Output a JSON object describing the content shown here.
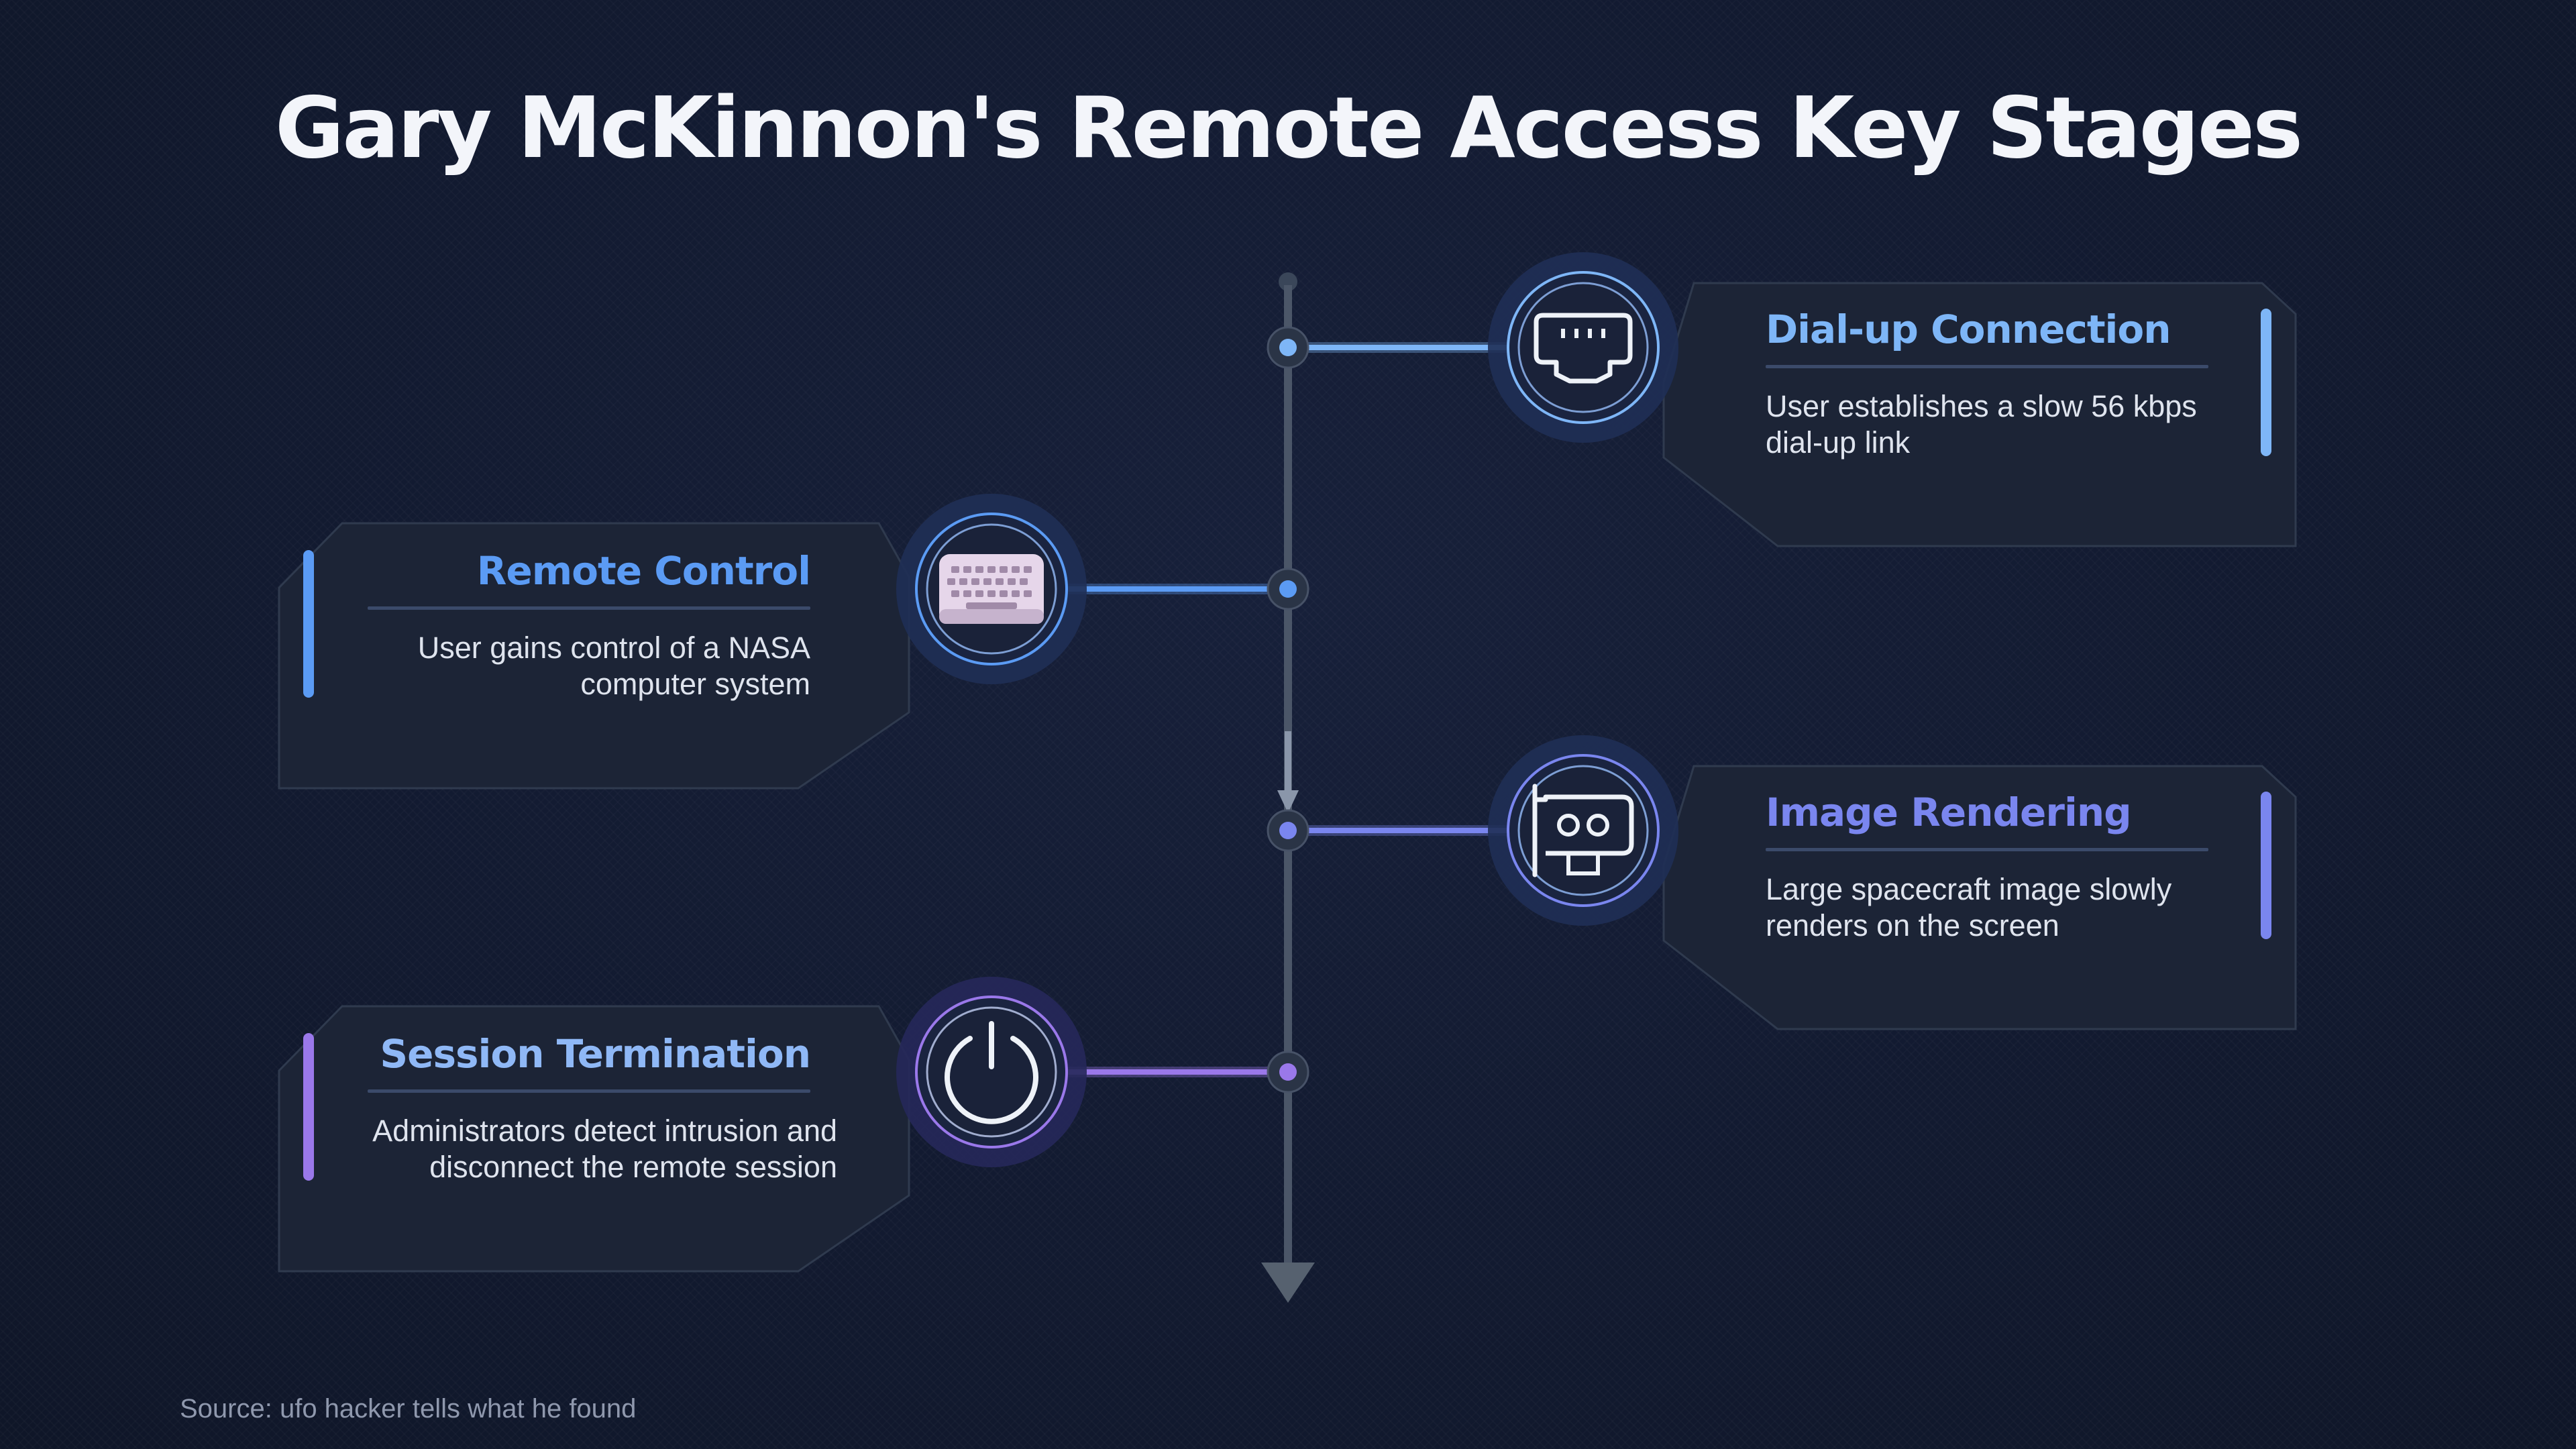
{
  "title": "Gary McKinnon's Remote Access Key Stages",
  "stages": [
    {
      "title": "Dial-up Connection",
      "description": "User establishes a slow 56 kbps dial-up link",
      "icon": "ethernet-port-icon",
      "accent": "#7eb6f7",
      "side": "right"
    },
    {
      "title": "Remote Control",
      "description": "User gains control of a NASA computer system",
      "icon": "keyboard-icon",
      "accent": "#5b9bf4",
      "side": "left"
    },
    {
      "title": "Image Rendering",
      "description": "Large spacecraft image slowly renders on the screen",
      "icon": "graphics-card-icon",
      "accent": "#7a86ef",
      "side": "right"
    },
    {
      "title": "Session Termination",
      "description": "Administrators detect intrusion and disconnect the remote session",
      "icon": "power-icon",
      "accent": "#9a78ea",
      "side": "left"
    }
  ],
  "source": "Source: ufo hacker tells what he found"
}
